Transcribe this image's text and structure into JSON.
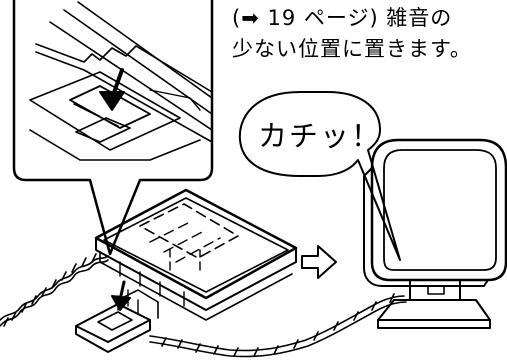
{
  "caption": {
    "line1": "(➡ 19 ページ) 雑音の",
    "line2": "少ない位置に置きます。"
  },
  "callout": {
    "text": "カチッ！"
  },
  "icons": {
    "arrow": "right-arrow-outline-icon",
    "inset": "magnified-inset-icon"
  }
}
